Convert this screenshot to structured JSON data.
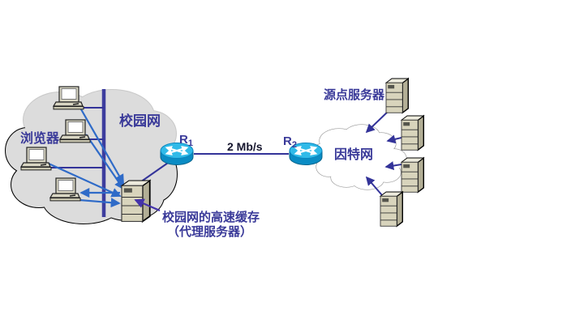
{
  "diagram": {
    "labels": {
      "campus_cloud": "校园网",
      "browsers": "浏览器",
      "cache_caption_line1": "校园网的高速缓存",
      "cache_caption_line2": "（代理服务器）",
      "bandwidth": "2 Mb/s",
      "internet_cloud": "因特网",
      "origin_server": "源点服务器",
      "router1_name": "R",
      "router1_sub": "1",
      "router2_name": "R",
      "router2_sub": "2"
    },
    "colors": {
      "label_navy": "#3A3A99",
      "physical_link_navy": "#333399",
      "backbone_navy": "#3D3D9E",
      "request_arrow_blue": "#2F6BC8",
      "caption_arrow_purple": "#4433AA",
      "bandwidth_text": "#16162E",
      "campus_cloud_fill": "#DCDCDC",
      "internet_cloud_fill": "#FFFFFF",
      "router_top_cyan": "#30BAE8",
      "router_body_cyan": "#0A8CC4",
      "server_front_beige": "#D8D4BC"
    },
    "counts": {
      "campus_computers": 4,
      "origin_servers": 4
    }
  }
}
